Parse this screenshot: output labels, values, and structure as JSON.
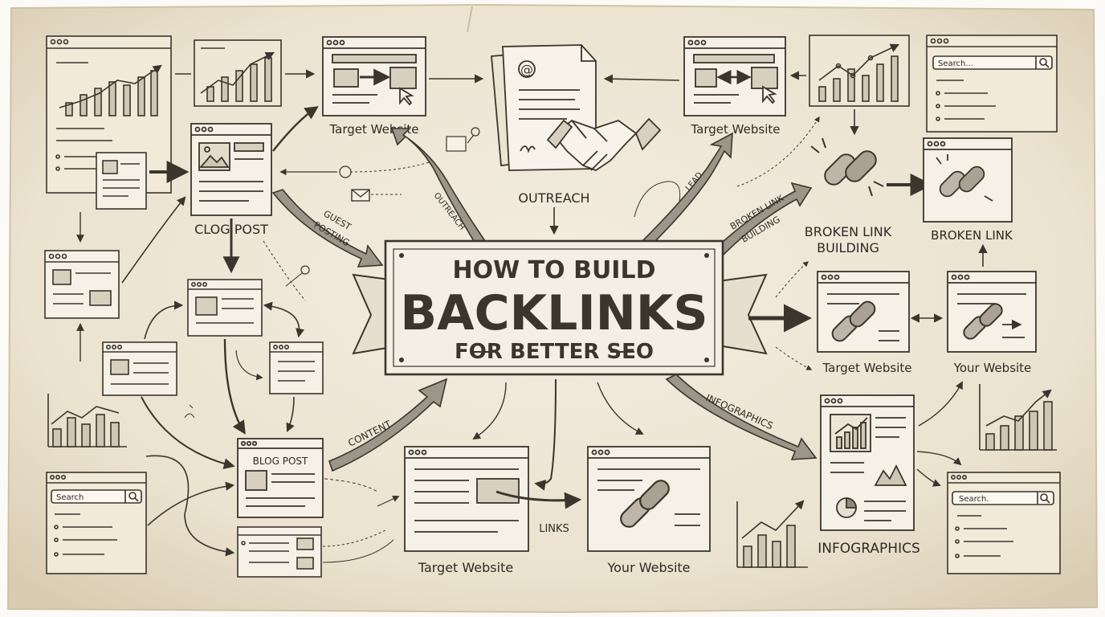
{
  "banner": {
    "line1": "HOW TO BUILD",
    "line2": "BACKLINKS",
    "line3": "FOR BETTER SEO"
  },
  "labels": {
    "target_website_top_left": "Target Website",
    "target_website_top_right": "Target Website",
    "outreach": "OUTREACH",
    "outreach_arrow": "OUTREACH",
    "leads_scribble": "LEAD",
    "clog_post": "CLOG POST",
    "guest_posting_line1": "GUEST",
    "guest_posting_line2": "POSTING",
    "broken_link_building_arrow_line1": "BROKEN LINK",
    "broken_link_building_arrow_line2": "BUILDING",
    "broken_link_building_line1": "BROKEN LINK",
    "broken_link_building_line2": "BUILDING",
    "broken_link": "BROKEN LINK",
    "target_website_right": "Target Website",
    "your_website_right": "Your Website",
    "blog_post": "BLOG POST",
    "content": "CONTENT",
    "links": "LINKS",
    "target_website_bottom": "Target Website",
    "your_website_bottom": "Your Website",
    "infographics_arrow": "INFOGRAPHICS",
    "infographics": "INFOGRAPHICS"
  },
  "search": {
    "top_right": "Search...",
    "bottom_left": "Search",
    "bottom_right": "Search."
  },
  "icons": {
    "email": "at-sign-icon",
    "handshake": "handshake-icon",
    "chain": "chain-link-icon",
    "cursor": "cursor-icon",
    "envelope": "envelope-icon",
    "magnifier": "search-icon"
  },
  "colors": {
    "paper": "#efe7d6",
    "ink": "#3a352d",
    "banner": "#f4efe4"
  }
}
